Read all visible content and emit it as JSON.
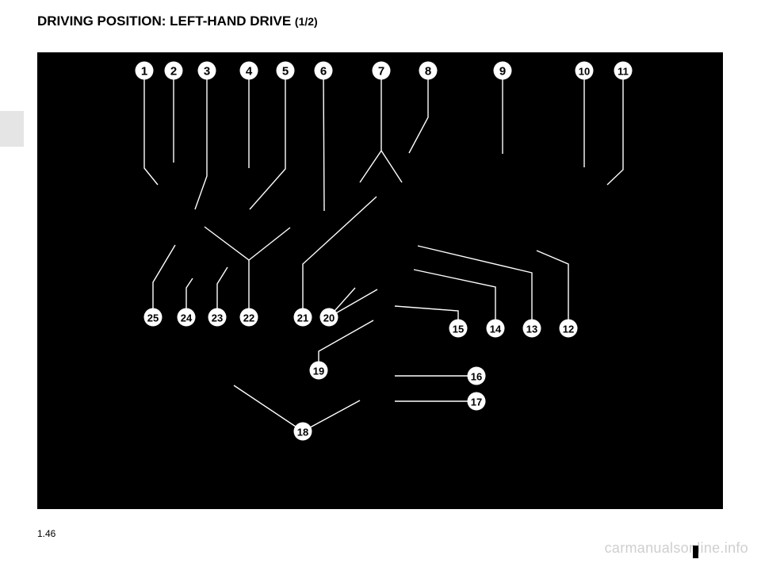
{
  "header": {
    "title": "DRIVING POSITION: LEFT-HAND DRIVE",
    "part": "(1/2)"
  },
  "figure": {
    "background": "#000000",
    "callout_color": "#ffffff",
    "callouts": [
      "1",
      "2",
      "3",
      "4",
      "5",
      "6",
      "7",
      "8",
      "9",
      "10",
      "11",
      "12",
      "13",
      "14",
      "15",
      "16",
      "17",
      "18",
      "19",
      "20",
      "21",
      "22",
      "23",
      "24",
      "25"
    ]
  },
  "footer": {
    "page_number": "1.46",
    "watermark": "carmanualsonline.info"
  }
}
